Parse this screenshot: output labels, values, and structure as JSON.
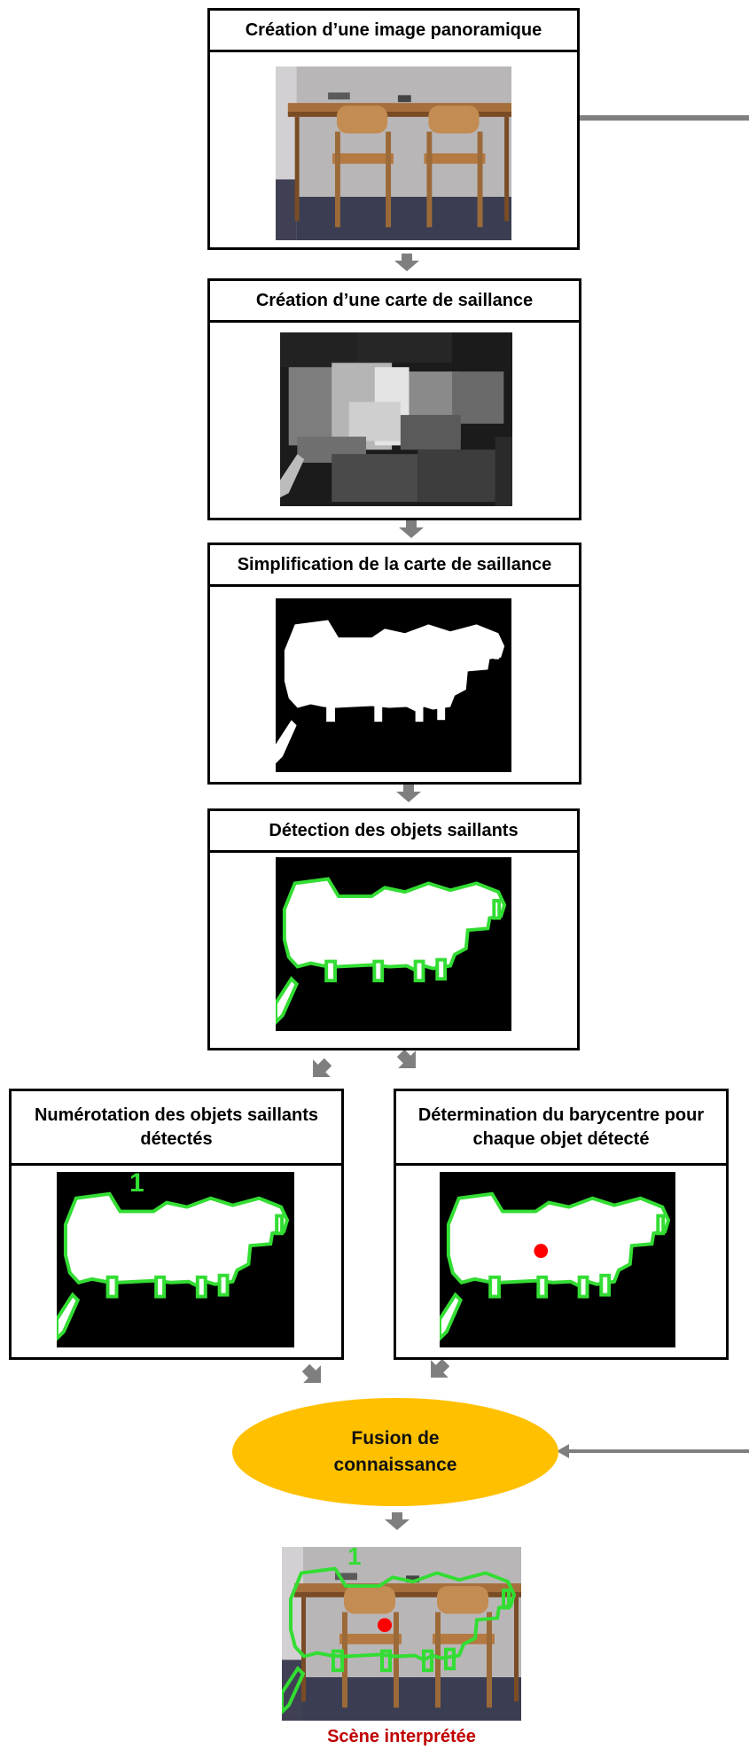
{
  "steps": {
    "panorama": "Création d’une image panoramique",
    "saliency_map": "Création d’une carte de saillance",
    "simplification": "Simplification de la carte de saillance",
    "detection": "Détection des objets saillants",
    "numbering": "Numérotation des objets saillants détectés",
    "barycenter": "Détermination du barycentre pour chaque objet détecté",
    "fusion": "Fusion de connaissance"
  },
  "object_number": "1",
  "final_caption": "Scène interprétée",
  "colors": {
    "border": "#000000",
    "arrow": "#7f7f7f",
    "fusion_fill": "#ffc000",
    "caption": "#c00000",
    "contour": "#33dd33",
    "barycenter": "#ff0000"
  },
  "icons": [
    "arrow-down-icon",
    "arrow-diagonal-icon",
    "arrow-left-icon"
  ]
}
